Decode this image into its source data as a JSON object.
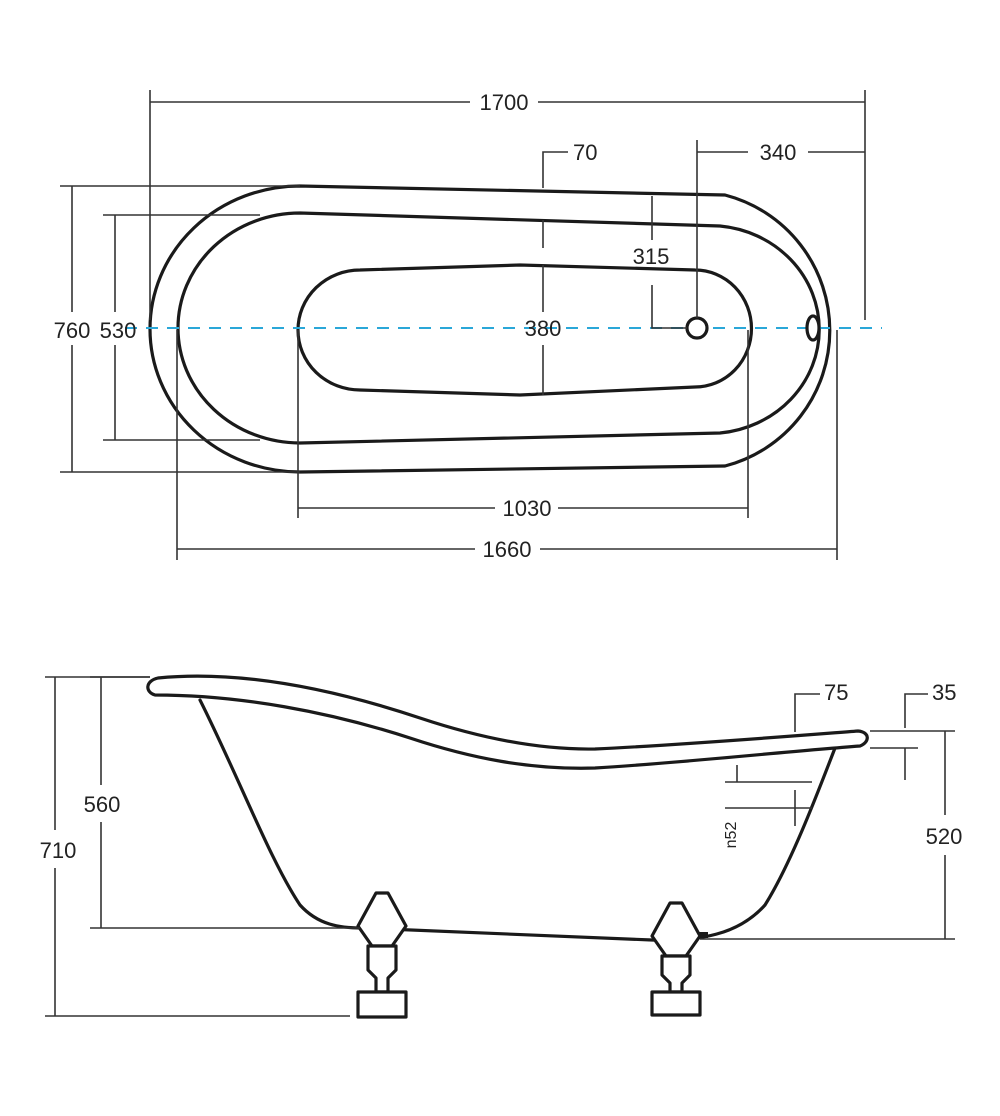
{
  "top_view": {
    "overall_length": "1700",
    "rim_width": "70",
    "drain_offset": "340",
    "drain_depth": "315",
    "overall_width": "760",
    "inner_width": "530",
    "bottom_width": "380",
    "bottom_length": "1030",
    "inner_length": "1660"
  },
  "side_view": {
    "rim_thickness": "75",
    "rim_overhang": "35",
    "inner_height": "560",
    "overall_height": "710",
    "body_height": "520",
    "overflow_diameter": "n52"
  },
  "colors": {
    "outline": "#1a1a1a",
    "dimension": "#333333",
    "center_axis": "#2aa7d8"
  }
}
